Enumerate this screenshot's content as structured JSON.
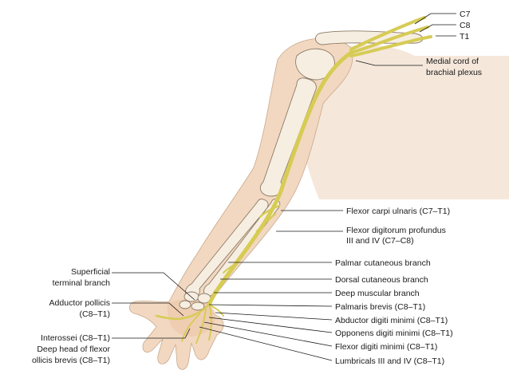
{
  "labels_right": [
    {
      "id": "c7",
      "text": "C7"
    },
    {
      "id": "c8",
      "text": "C8"
    },
    {
      "id": "t1",
      "text": "T1"
    },
    {
      "id": "medial-cord-1",
      "text": "Medial cord of"
    },
    {
      "id": "medial-cord-2",
      "text": "brachial plexus"
    },
    {
      "id": "fcu",
      "text": "Flexor carpi ulnaris (C7–T1)"
    },
    {
      "id": "fdp-1",
      "text": "Flexor digitorum profundus"
    },
    {
      "id": "fdp-2",
      "text": "III and IV (C7–C8)"
    },
    {
      "id": "palmar-cut",
      "text": "Palmar cutaneous branch"
    },
    {
      "id": "dorsal-cut",
      "text": "Dorsal cutaneous branch"
    },
    {
      "id": "deep-musc",
      "text": "Deep muscular branch"
    },
    {
      "id": "palmaris-brevis",
      "text": "Palmaris brevis (C8–T1)"
    },
    {
      "id": "adm",
      "text": "Abductor digiti minimi (C8–T1)"
    },
    {
      "id": "odm",
      "text": "Opponens digiti minimi (C8–T1)"
    },
    {
      "id": "fdm",
      "text": "Flexor digiti minimi (C8–T1)"
    },
    {
      "id": "lumbricals",
      "text": "Lumbricals III and IV (C8–T1)"
    }
  ],
  "labels_left": [
    {
      "id": "superficial-1",
      "text": "Superficial"
    },
    {
      "id": "superficial-2",
      "text": "terminal branch"
    },
    {
      "id": "adductor-1",
      "text": "Adductor pollicis"
    },
    {
      "id": "adductor-2",
      "text": "(C8–T1)"
    },
    {
      "id": "interossei",
      "text": "Interossei (C8–T1)"
    },
    {
      "id": "deep-head-1",
      "text": "Deep head of flexor"
    },
    {
      "id": "deep-head-2",
      "text": "ollicis brevis (C8–T1)"
    }
  ],
  "colors": {
    "nerve": "#d6cc55",
    "skin": "#f2d8c0",
    "bone": "#f7eee2",
    "text": "#1a1a1a"
  }
}
